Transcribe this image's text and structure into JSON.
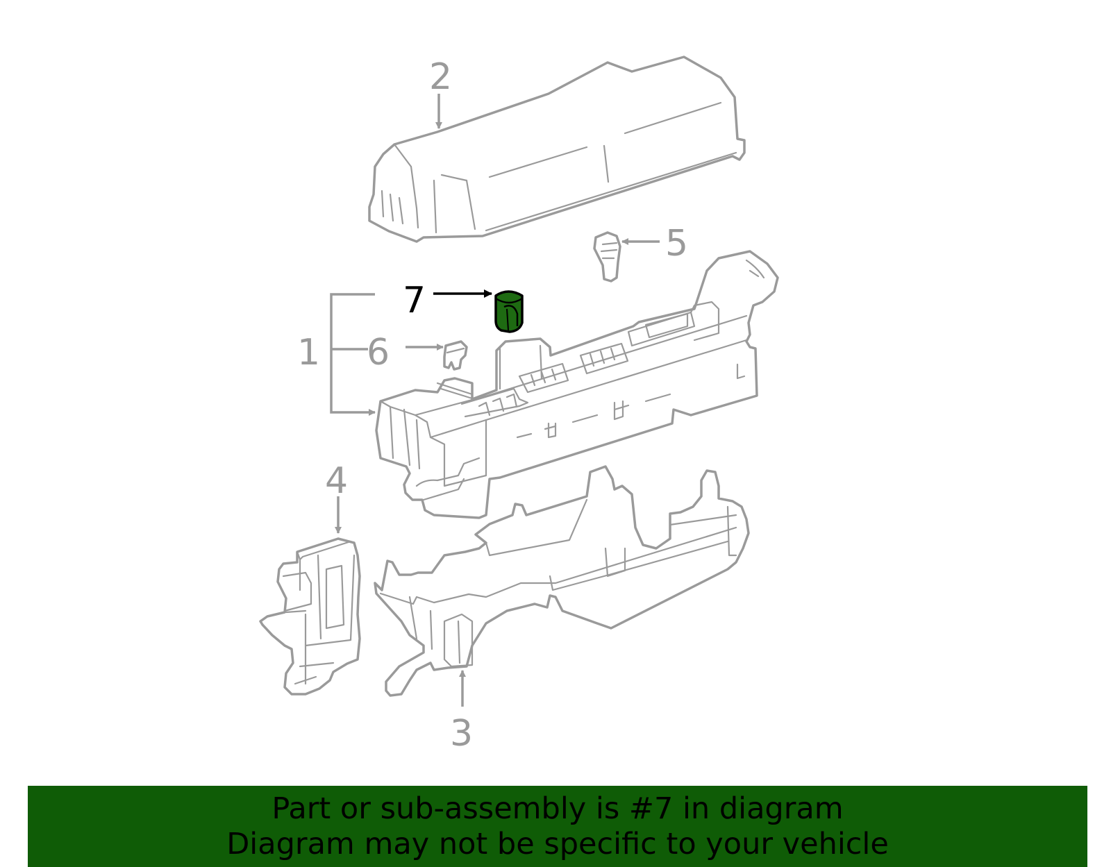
{
  "diagram": {
    "callouts": [
      {
        "id": "1",
        "label": "1",
        "highlighted": false
      },
      {
        "id": "2",
        "label": "2",
        "highlighted": false
      },
      {
        "id": "3",
        "label": "3",
        "highlighted": false
      },
      {
        "id": "4",
        "label": "4",
        "highlighted": false
      },
      {
        "id": "5",
        "label": "5",
        "highlighted": false
      },
      {
        "id": "6",
        "label": "6",
        "highlighted": false
      },
      {
        "id": "7",
        "label": "7",
        "highlighted": true
      }
    ],
    "colors": {
      "line": "#9a9a9a",
      "highlight_fill": "#1e6b12",
      "highlight_stroke": "#000000",
      "banner_bg": "#0f5c06"
    }
  },
  "banner": {
    "line1": "Part or sub-assembly is #7 in diagram",
    "line2": "Diagram may not be specific to your vehicle"
  }
}
